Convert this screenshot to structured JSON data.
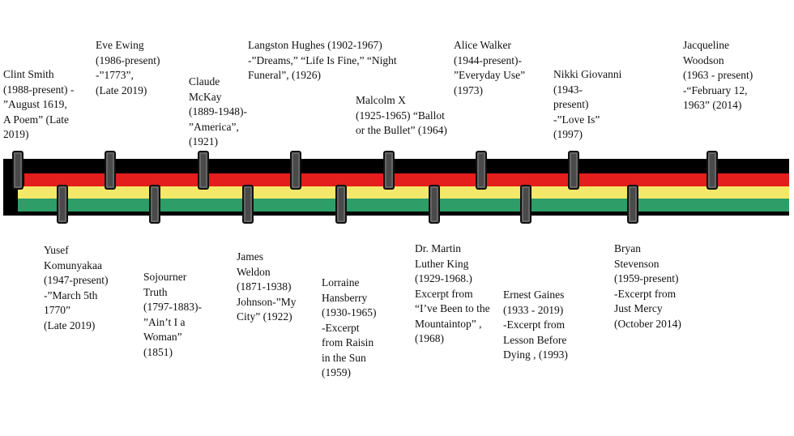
{
  "timeline": {
    "top_entries": [
      {
        "id": "clint-smith",
        "text": "Clint Smith\n(1988-present) -\n”August 1619,\nA Poem”   (Late\n2019)"
      },
      {
        "id": "eve-ewing",
        "text": "Eve Ewing\n(1986-present)\n-”1773”,\n(Late 2019)"
      },
      {
        "id": "claude-mckay",
        "text": "Claude\nMcKay\n(1889-1948)-\n”America”,\n(1921)"
      },
      {
        "id": "langston-hughes",
        "text": "Langston Hughes (1902-1967)\n-”Dreams,” “Life Is Fine,” “Night\nFuneral”, (1926)"
      },
      {
        "id": "malcolm-x",
        "text": "Malcolm X\n(1925-1965) “Ballot\nor the Bullet” (1964)"
      },
      {
        "id": "alice-walker",
        "text": "Alice Walker\n(1944-present)-\n”Everyday Use”\n(1973)"
      },
      {
        "id": "nikki-giovanni",
        "text": "Nikki Giovanni\n(1943-\npresent)\n -”Love Is”\n(1997)"
      },
      {
        "id": "jacqueline-woodson",
        "text": "Jacqueline\nWoodson\n(1963 - present)\n-“February 12,\n1963” (2014)"
      }
    ],
    "bottom_entries": [
      {
        "id": "yusef-komunyakaa",
        "text": "Yusef\nKomunyakaa\n(1947-present)\n-”March 5th\n1770”\n(Late 2019)"
      },
      {
        "id": "sojourner-truth",
        "text": "Sojourner\nTruth\n(1797-1883)-\n”Ain’t I a\nWoman”\n(1851)"
      },
      {
        "id": "james-weldon-johnson",
        "text": "James\nWeldon\n(1871-1938)\nJohnson-”My\nCity” (1922)"
      },
      {
        "id": "lorraine-hansberry",
        "text": "Lorraine\nHansberry\n(1930-1965)\n-Excerpt\nfrom Raisin\nin the Sun\n(1959)"
      },
      {
        "id": "martin-luther-king",
        "text": "Dr. Martin\nLuther King\n(1929-1968.)\nExcerpt from\n“I’ve Been to the\nMountaintop” ,\n(1968)"
      },
      {
        "id": "ernest-gaines",
        "text": "Ernest Gaines\n(1933 - 2019)\n-Excerpt from\nLesson Before\nDying , (1993)"
      },
      {
        "id": "bryan-stevenson",
        "text": "Bryan\nStevenson\n(1959-present)\n-Excerpt from\nJust Mercy\n(October 2014)"
      }
    ],
    "colors": {
      "band_black": "#000000",
      "band_red": "#e41d1d",
      "band_yellow": "#f4e86a",
      "band_green": "#2e9d67",
      "peg": "#4a4a4a"
    }
  }
}
